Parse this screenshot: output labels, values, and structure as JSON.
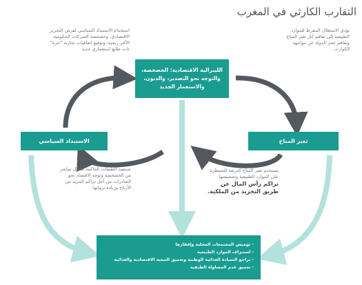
{
  "title": "التقارب الكارثي في المغرب",
  "boxes": {
    "top": "الليبرالية الاقتصادية: الخصخصة، والتوجه نحو التصدير، والديون، والاستعمار الجديد",
    "left": "الاستبداد السياسي",
    "right": "تغير المناخ",
    "bottom": [
      "- تهميش المجتمعات المحلية وإفقارها",
      "- استنزاف الموارد الطبيعية",
      "- تراجع السيادة الغذائية الوطنية وتعميق التبعية الاقتصادية والغذائية",
      "- تعميق عدم المساواة الطبقية"
    ]
  },
  "notes": {
    "top_left": "استخدام الاستبداد السياسي لفرض التحرير الاقتصادي، وخصخصة الشركات الحكومية الأكثر ربحية، وتوقيع اتفاقيات تجارية \"حرة\" ذات طابع استعماري جديد",
    "top_right": "يؤدي الاستغلال المفرط للموارد الطبيعية إلى تفاقم آثار تغير المناخ وتفاقم عجز الدولة عن مواجهة الكوارث",
    "bottom_left": "تستفيد الطبقات الحاكمة بشكل مباشر من الخصخصة وتوجه الاقتصاد نحو الصادرات من أجل تراكم المزيد من الأرباح وزيادة ثرواتها.",
    "bottom_center_small": "يستخدم تغير المناخ كذريعة للسيطرة على الموارد الطبيعية وتخصيصها",
    "bottom_center_big": "تراكم رأس المال عن طريق التجريد من الملكية."
  },
  "colors": {
    "teal": "#1a9c91",
    "arrow_dark": "#54595f",
    "arrow_light": "#b3e2de"
  }
}
